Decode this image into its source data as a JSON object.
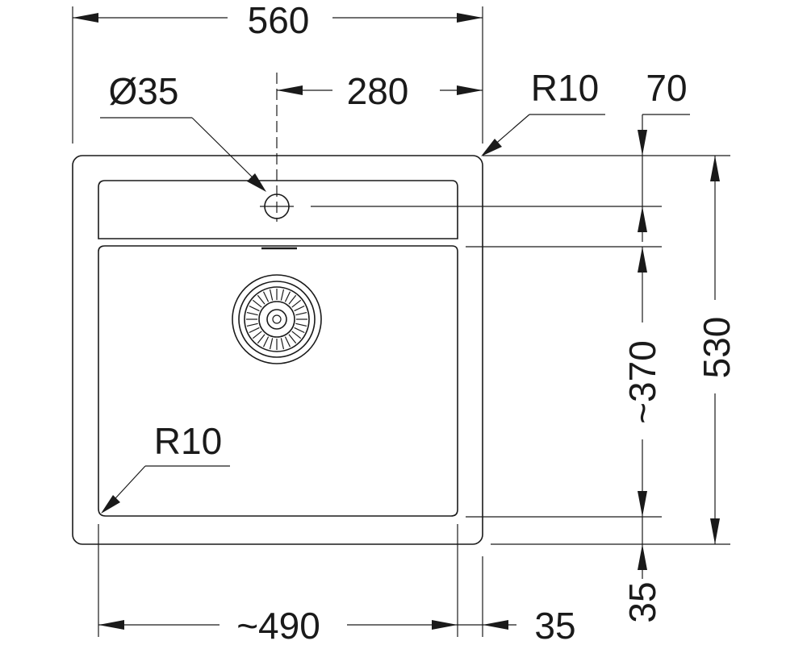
{
  "drawing": {
    "labels": {
      "overall_width": "560",
      "tap_hole_diameter": "Ø35",
      "tap_hole_offset": "280",
      "outer_corner_radius": "R10",
      "tap_hole_from_top": "70",
      "bowl_depth": "~370",
      "overall_depth": "530",
      "bowl_corner_radius": "R10",
      "bowl_width": "~490",
      "side_margin": "35",
      "bottom_margin": "35"
    }
  }
}
